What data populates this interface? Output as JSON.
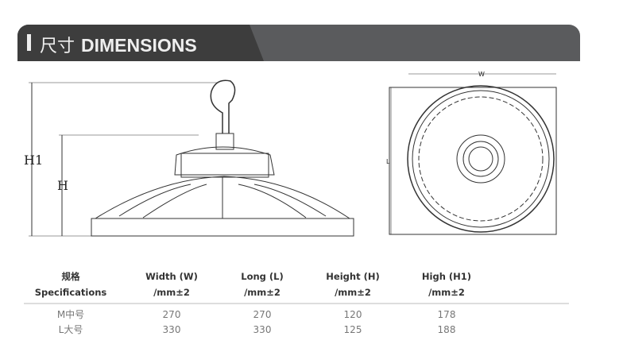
{
  "header": {
    "title_cn": "尺寸",
    "title_en": "DIMENSIONS"
  },
  "drawing": {
    "label_h1": "H1",
    "label_h": "H",
    "label_w": "W",
    "label_l": "L"
  },
  "table": {
    "headers": [
      {
        "line1": "规格",
        "line2": "Specifications"
      },
      {
        "line1": "Width (W)",
        "line2": "/mm±2"
      },
      {
        "line1": "Long (L)",
        "line2": "/mm±2"
      },
      {
        "line1": "Height (H)",
        "line2": "/mm±2"
      },
      {
        "line1": "High (H1)",
        "line2": "/mm±2"
      }
    ],
    "rows": [
      [
        "M中号",
        "270",
        "270",
        "120",
        "178"
      ],
      [
        "L大号",
        "330",
        "330",
        "125",
        "188"
      ]
    ]
  },
  "colors": {
    "header_dark": "#3d3d3d",
    "header_light": "#5a5b5d"
  }
}
